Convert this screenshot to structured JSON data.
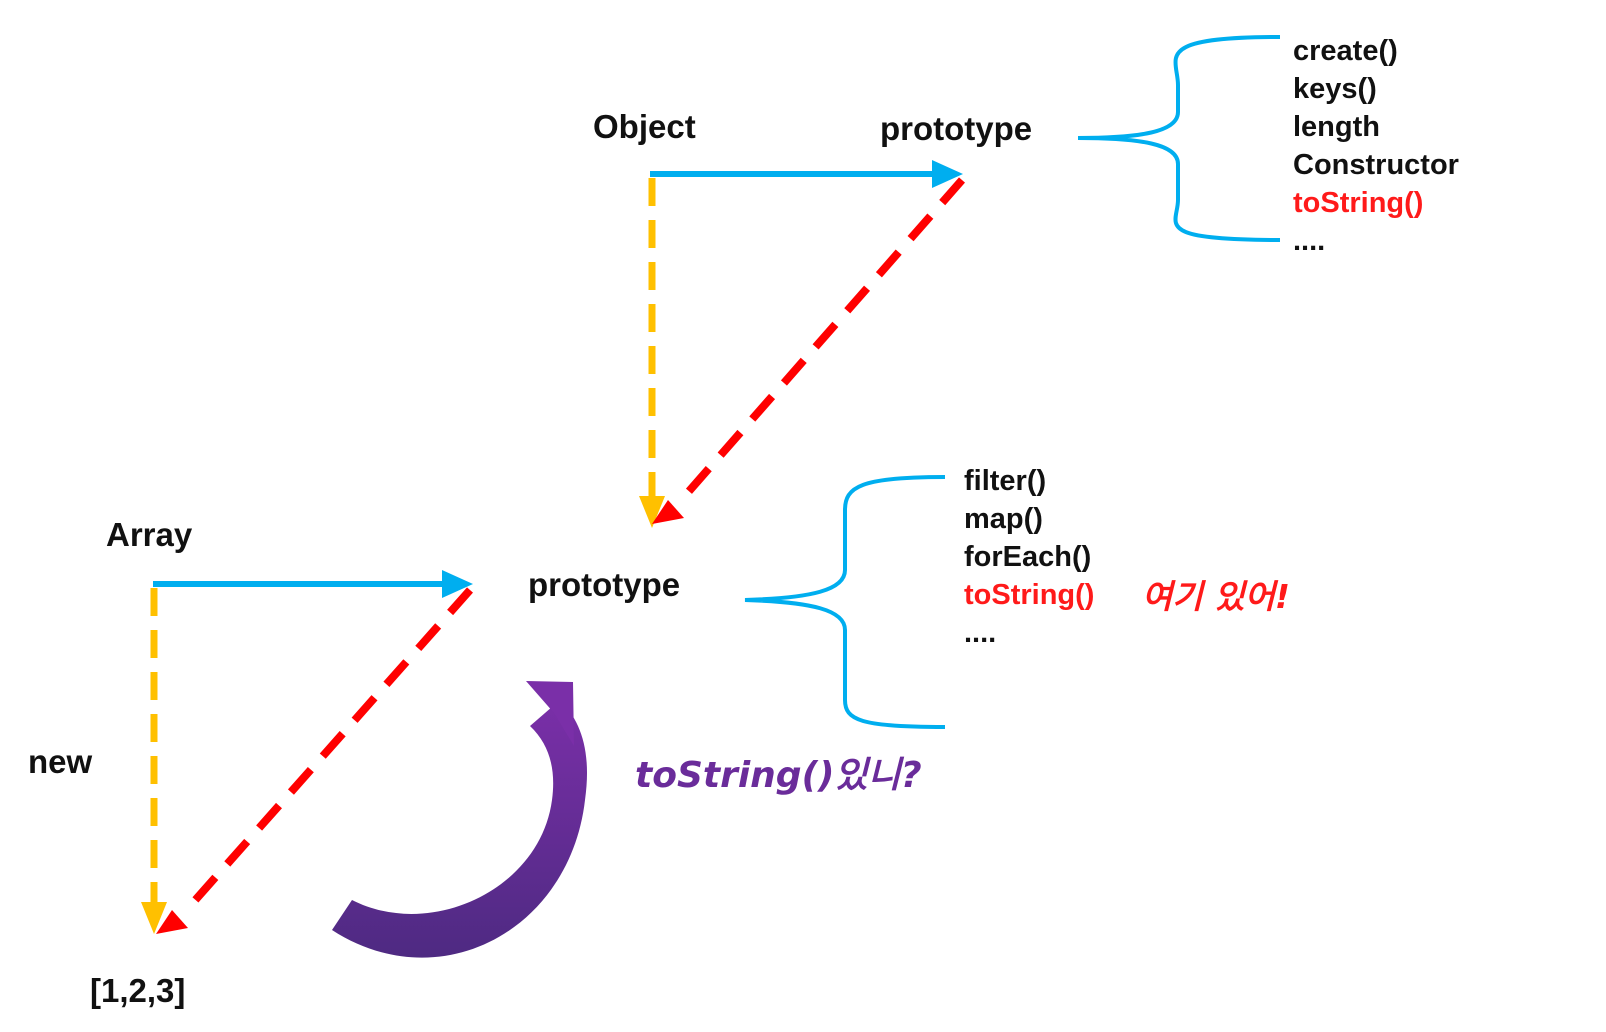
{
  "nodes": {
    "object": "Object",
    "object_prototype": "prototype",
    "array": "Array",
    "array_prototype": "prototype",
    "new_label": "new",
    "instance": "[1,2,3]"
  },
  "object_prototype_members": [
    "create()",
    "keys()",
    "length",
    "Constructor",
    "toString()",
    "...."
  ],
  "array_prototype_members": [
    "filter()",
    "map()",
    "forEach()",
    "toString()",
    "...."
  ],
  "annotations": {
    "found_here": "여기 있어!",
    "question": "toString()있니?"
  },
  "colors": {
    "prototype_link": "#00aeef",
    "new_link": "#ffc000",
    "proto_chain": "#ff0000",
    "lookup_arrow": "#6a2c9a",
    "highlight_text": "#ff1a1a",
    "text": "#111111"
  }
}
